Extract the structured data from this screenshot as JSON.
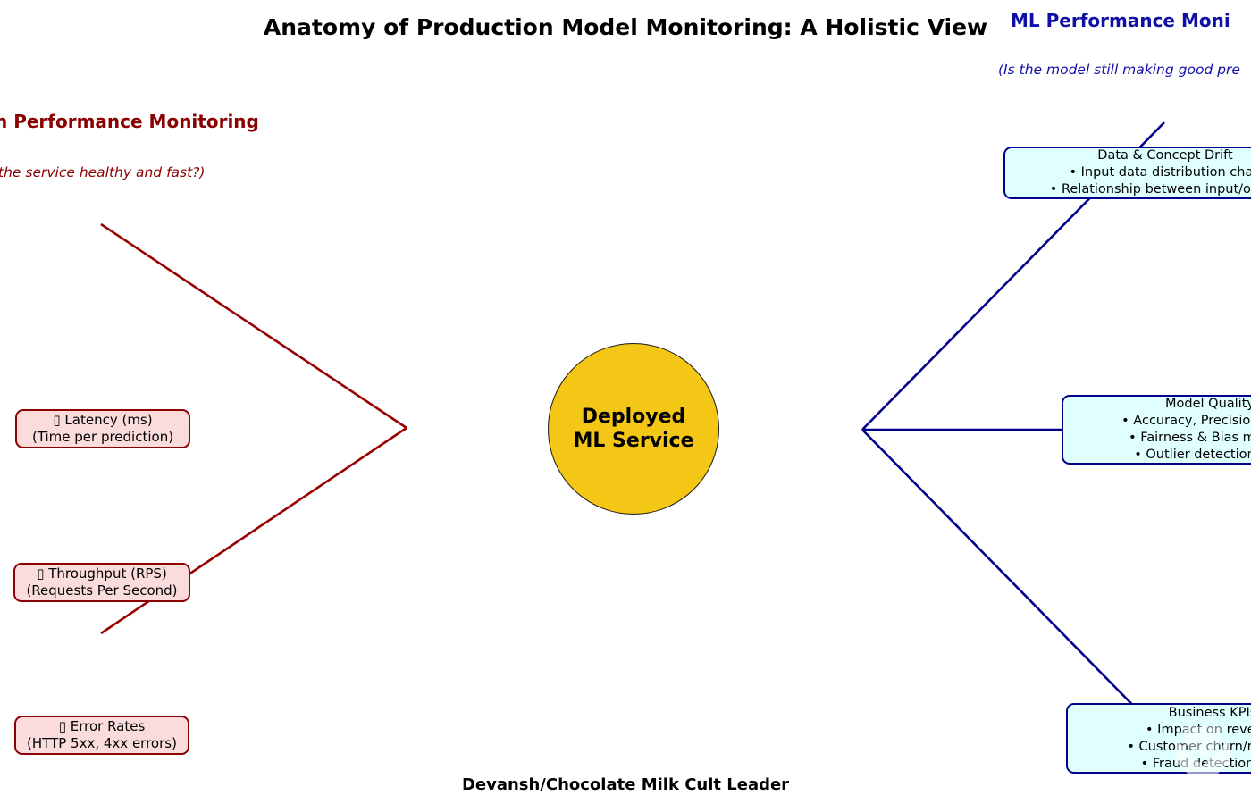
{
  "title": "Anatomy of Production Model Monitoring: A Holistic View",
  "attribution": "Devansh/Chocolate Milk Cult Leader",
  "center_node": {
    "line1": "Deployed",
    "line2": "ML Service"
  },
  "left_branch": {
    "header": "n Performance Monitoring",
    "subtitle": "the service healthy and fast?)",
    "nodes": [
      {
        "line1": "▯ Latency (ms)",
        "line2": "(Time per prediction)"
      },
      {
        "line1": "▯ Throughput (RPS)",
        "line2": "(Requests Per Second)"
      },
      {
        "line1": "▯ Error Rates",
        "line2": "(HTTP 5xx, 4xx errors)"
      }
    ]
  },
  "right_branch": {
    "header": "ML Performance Moni",
    "subtitle": "(Is the model still making good pre",
    "nodes": [
      {
        "title": "Data & Concept Drift",
        "bullet1": "• Input data distribution chan",
        "bullet2": "• Relationship between input/outpu",
        "bullet3": ""
      },
      {
        "title": "Model Quality",
        "bullet1": "• Accuracy, Precision, Reca",
        "bullet2": "• Fairness & Bias metrics",
        "bullet3": "• Outlier detection rate"
      },
      {
        "title": "Business KPIs",
        "bullet1": "• Impact on revenue",
        "bullet2": "• Customer churn/retentio",
        "bullet3": "• Fraud detection rate"
      }
    ]
  },
  "colors": {
    "left_accent": "#8B0000",
    "left_line": "#990000",
    "left_box_fill": "#FADCDC",
    "right_accent": "#0F0FA8",
    "right_line": "#00008B",
    "right_box_fill": "#E0FFFF",
    "center_fill": "#F4C716",
    "title_color": "#000000"
  }
}
